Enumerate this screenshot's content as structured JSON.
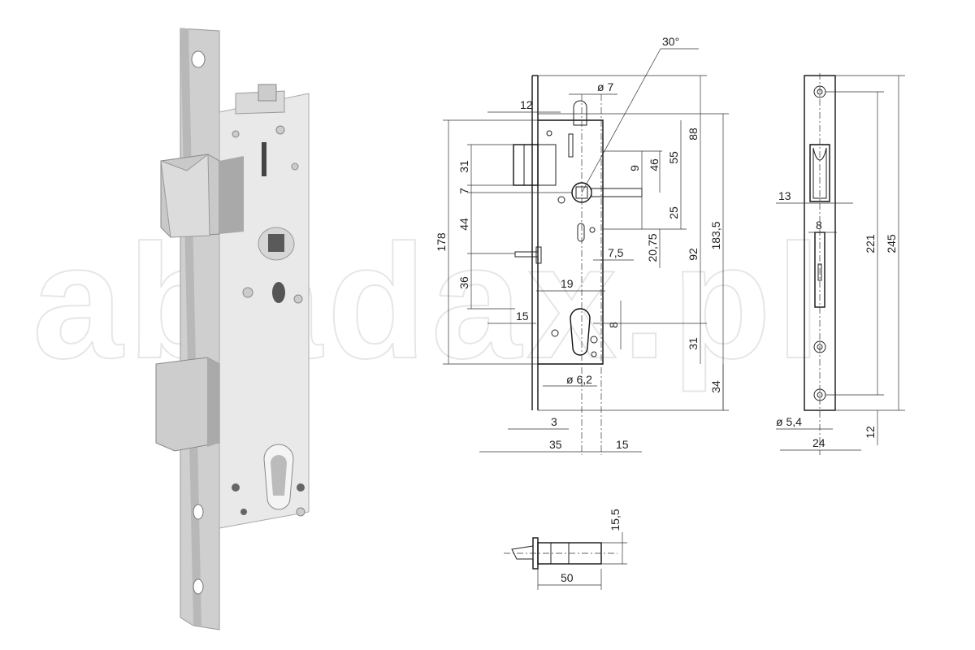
{
  "watermark": "abadax.pl",
  "angle_label": "30°",
  "dims": {
    "d7": "ø 7",
    "d12": "12",
    "d88": "88",
    "d31a": "31",
    "d9": "9",
    "d46": "46",
    "d55": "55",
    "d7b": "7",
    "d25": "25",
    "d178": "178",
    "d44": "44",
    "d183": "183,5",
    "d75": "7,5",
    "d2075": "20,75",
    "d92": "92",
    "d36": "36",
    "d19": "19",
    "d15a": "15",
    "d8a": "8",
    "d31b": "31",
    "d62": "ø 6,2",
    "d34": "34",
    "d3": "3",
    "d35": "35",
    "d15b": "15",
    "d13": "13",
    "d8b": "8",
    "d221": "221",
    "d245": "245",
    "d54": "ø 5,4",
    "d12b": "12",
    "d24": "24",
    "d155": "15,5",
    "d50": "50"
  }
}
